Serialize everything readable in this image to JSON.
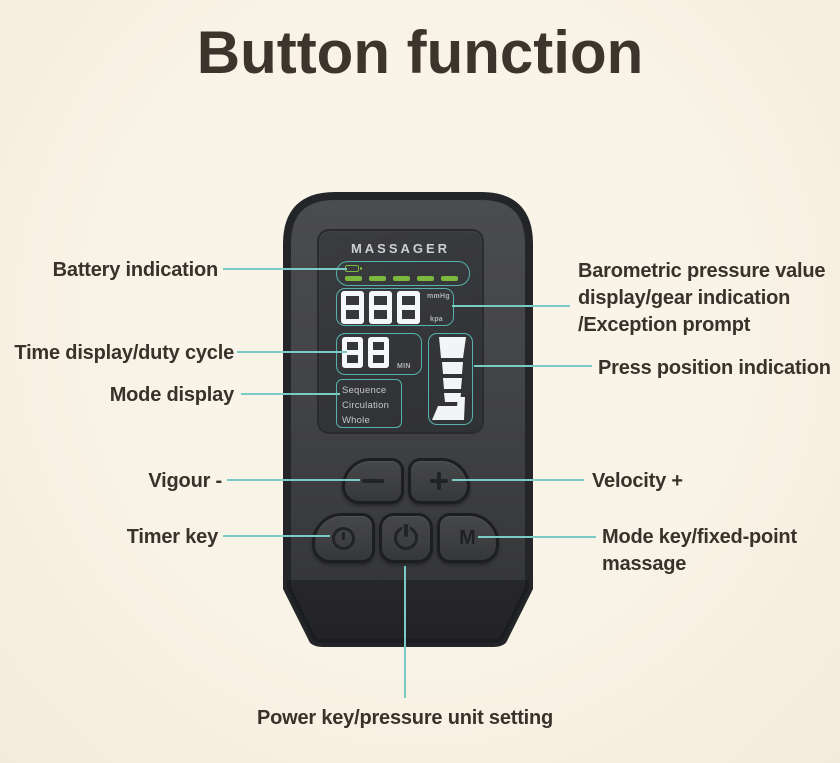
{
  "title": "Button function",
  "device": {
    "brand": "MASSAGER",
    "display": {
      "battery_bars": 5,
      "pressure_digits": "888",
      "pressure_unit_top": "mmHg",
      "pressure_unit_bottom": "kpa",
      "time_digits": "88",
      "time_unit": "MIN",
      "modes": [
        "Sequence",
        "Circulation",
        "Whole"
      ]
    },
    "buttons": {
      "mode_letter": "M"
    }
  },
  "labels": {
    "battery": "Battery indication",
    "time": "Time display/duty cycle",
    "mode_display": "Mode display",
    "barometric_lines": [
      "Barometric pressure value",
      "display/gear indication",
      "/Exception prompt"
    ],
    "press_position": "Press position indication",
    "vigour": "Vigour -",
    "velocity": "Velocity +",
    "timer_key": "Timer key",
    "mode_key_lines": [
      "Mode key/fixed-point",
      "massage"
    ],
    "power_key": "Power key/pressure unit setting"
  },
  "icons": {
    "battery": "battery-icon",
    "minus": "minus-icon",
    "plus": "plus-icon",
    "timer": "clock-icon",
    "power": "power-icon",
    "leg": "leg-press-icon"
  },
  "colors": {
    "background": "#f9f2e6",
    "connector_teal": "#79cbc5",
    "lcd_outline_teal": "#56b2ac",
    "battery_green": "#7cb83e",
    "device_body": "#3f4043",
    "digit_white": "#f6f7f8",
    "label_text": "#39322b"
  }
}
